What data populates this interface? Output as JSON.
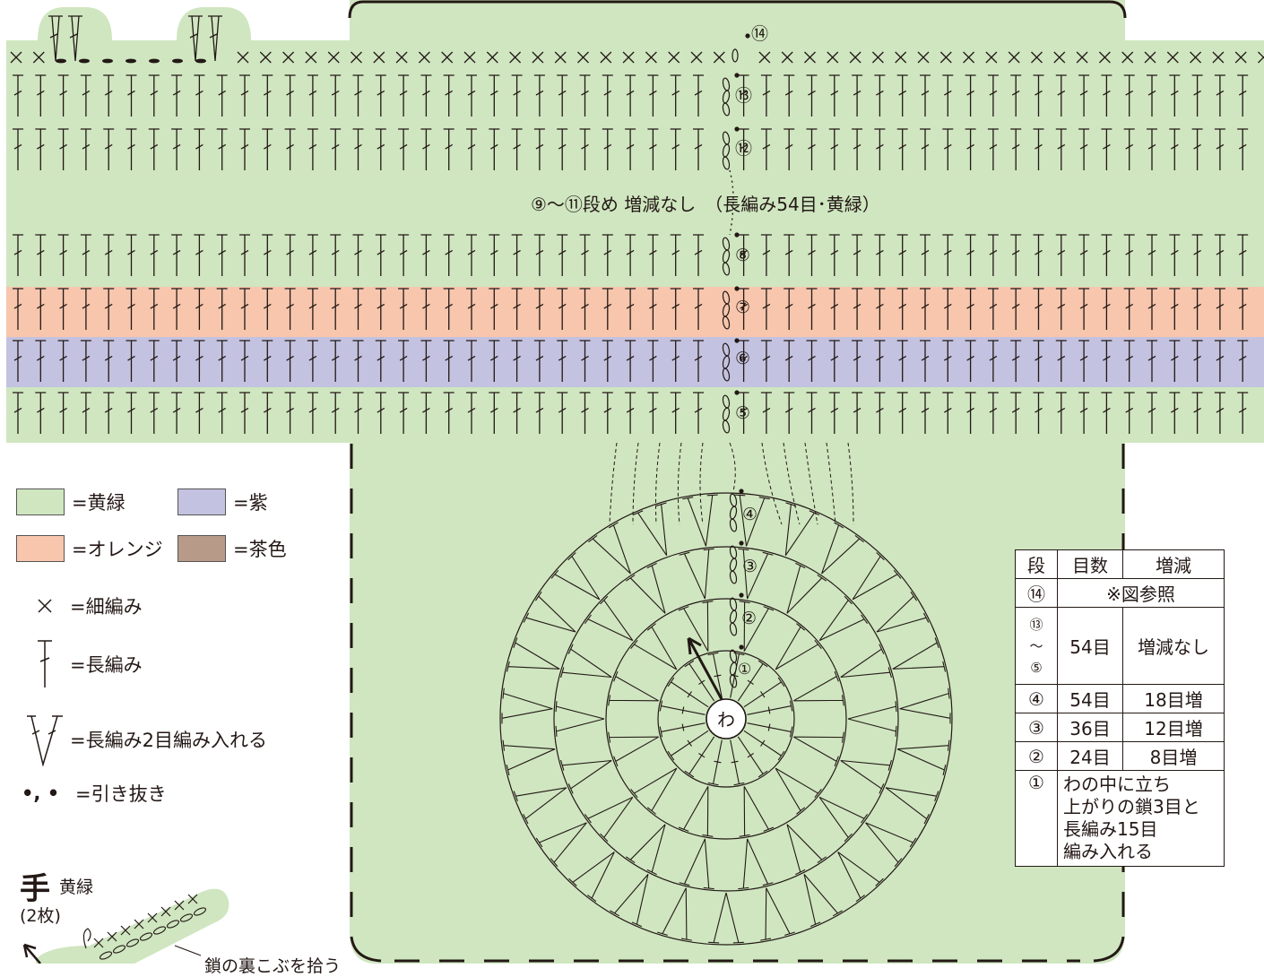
{
  "colors": {
    "yellow_green": "#cfe6c0",
    "orange": "#f7c6ad",
    "purple": "#c3c2e0",
    "brown": "#b89a88",
    "line": "#231815"
  },
  "diagram": {
    "round_labels": {
      "r14": "⑭",
      "r13": "⑬",
      "r12": "⑫",
      "r8": "⑧",
      "r7": "⑦",
      "r6": "⑥",
      "r5": "⑤",
      "r4": "④",
      "r3": "③",
      "r2": "②",
      "r1": "①"
    },
    "rounds_9_11_note": "⑨～⑪段め 増減なし　（長編み54目･黄緑）",
    "ring_label": "わ",
    "row_colors": {
      "r13": "yellow_green",
      "r12": "yellow_green",
      "r8": "yellow_green",
      "r7": "orange",
      "r6": "purple",
      "r5": "yellow_green"
    }
  },
  "legend": {
    "yellow_green": "=黄緑",
    "purple": "=紫",
    "orange": "=オレンジ",
    "brown": "=茶色",
    "sc": "=細編み",
    "dc": "=長編み",
    "dc_inc": "=長編み2目編み入れる",
    "slip": "=引き抜き",
    "slip_symbols": "•, •",
    "sc_icon": "x-stitch-icon",
    "dc_icon": "double-crochet-icon",
    "inc_icon": "dc-increase-icon"
  },
  "hand": {
    "title": "手",
    "color": "黄緑",
    "count": "(2枚)",
    "note": "鎖の裏こぶを拾う"
  },
  "table": {
    "headers": [
      "段",
      "目数",
      "増減"
    ],
    "rows": [
      {
        "round": "⑭",
        "merged": "※図参照"
      },
      {
        "round_top": "⑬",
        "round_mid": "～",
        "round_bottom": "⑤",
        "stitches": "54目",
        "change": "増減なし"
      },
      {
        "round": "④",
        "stitches": "54目",
        "change": "18目増"
      },
      {
        "round": "③",
        "stitches": "36目",
        "change": "12目増"
      },
      {
        "round": "②",
        "stitches": "24目",
        "change": "8目増"
      },
      {
        "round": "①",
        "note_lines": [
          "わの中に立ち",
          "上がりの鎖3目と",
          "長編み15目",
          "編み入れる"
        ]
      }
    ]
  }
}
